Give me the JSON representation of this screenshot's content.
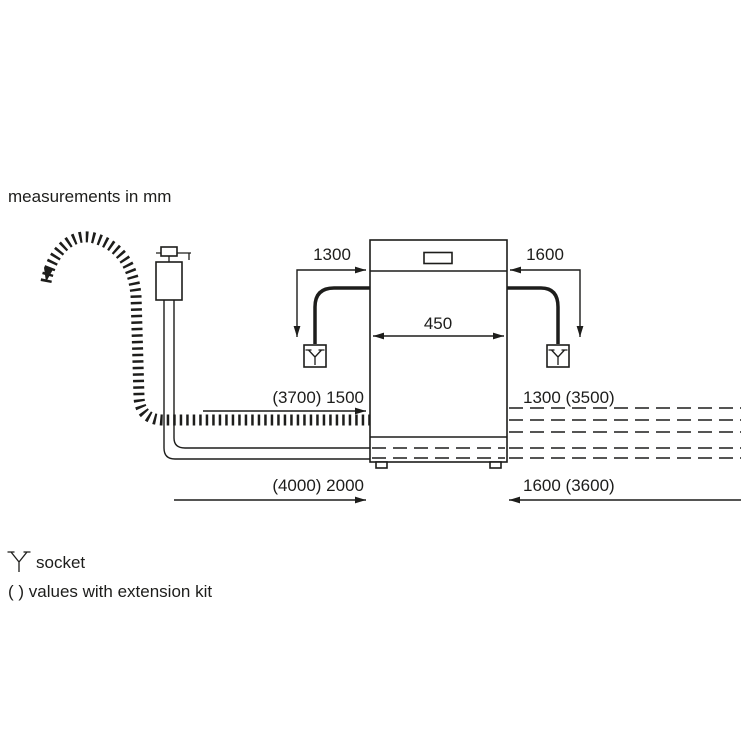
{
  "title": "measurements in mm",
  "dims": {
    "socket_left": "1300",
    "socket_right": "1600",
    "width": "450",
    "hose_left": "(3700) 1500",
    "hose_right": "1300 (3500)",
    "cord_left": "(4000) 2000",
    "cord_right": "1600 (3600)"
  },
  "legend": {
    "socket_label": "socket",
    "extension_note": "( ) values with extension kit"
  },
  "colors": {
    "line": "#1d1d1b",
    "background": "#ffffff"
  }
}
